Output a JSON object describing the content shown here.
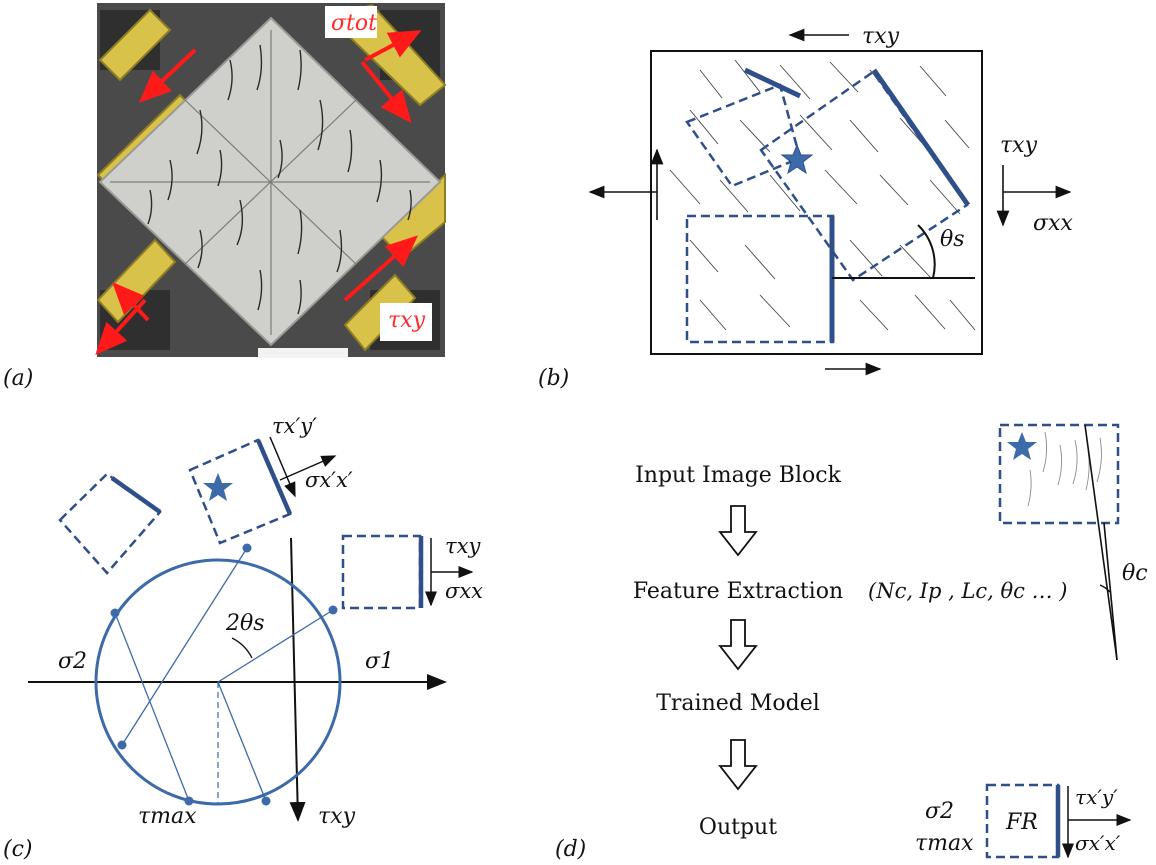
{
  "panel_labels": {
    "a": "(a)",
    "b": "(b)",
    "c": "(c)",
    "d": "(d)"
  },
  "panel_a": {
    "label_stress_total": "σtot",
    "label_shear": "τxy"
  },
  "panel_b": {
    "top_shear": "τxy",
    "right_shear": "τxy",
    "right_normal": "σxx",
    "angle": "θs"
  },
  "panel_c": {
    "angle": "2θs",
    "sigma1": "σ1",
    "sigma2": "σ2",
    "tau_max": "τmax",
    "tau_axis": "τxy",
    "right_element_shear": "τxy",
    "right_element_normal": "σxx",
    "rotated_element_shear": "τx′y′",
    "rotated_element_normal": "σx′x′"
  },
  "panel_d": {
    "steps": [
      "Input Image Block",
      "Feature Extraction",
      "Trained Model",
      "Output"
    ],
    "features": "(Nc, Ip , Lc, θc … )",
    "angle": "θc",
    "output_left_top": "σ2",
    "output_left_bottom": "τmax",
    "output_box": "FR",
    "output_shear": "τx′y′",
    "output_normal": "σx′x′"
  },
  "colors": {
    "element_blue": "#2e4f8a",
    "circle_blue": "#3d6aa8",
    "arrow_red": "#ff1a1a",
    "frame_yellow": "#d8c24a"
  }
}
